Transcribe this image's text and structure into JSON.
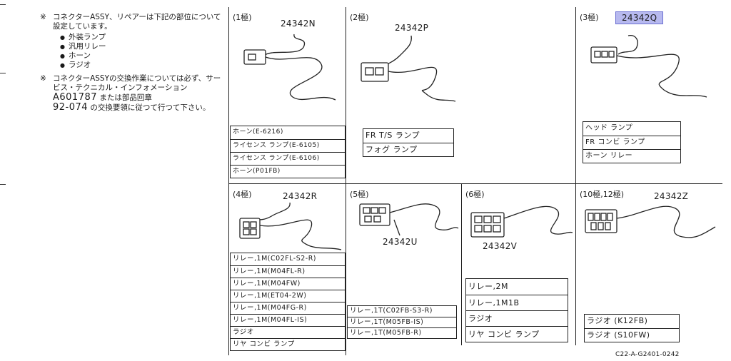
{
  "notes": {
    "symbol": "※",
    "note1": "コネクターASSY、リペアーは下記の部位について設定しています。",
    "note1_items": [
      "外装ランプ",
      "汎用リレー",
      "ホーン",
      "ラジオ"
    ],
    "note2_a": "コネクターASSYの交換作業については必ず、サービス・テクニカル・インフォメーション",
    "note2_b": "A601787",
    "note2_c": "または部品回章",
    "note2_d": "92-074",
    "note2_e": "の交換要領に従つて行つて下さい。"
  },
  "cells": [
    {
      "pole": "(1極)",
      "part_no": "24342N",
      "apps": [
        "ホーン(E-6216)",
        "ライセンス ランプ(E-6105)",
        "ライセンス ランプ(E-6106)",
        "ホーン(P01FB)"
      ]
    },
    {
      "pole": "(2極)",
      "part_no": "24342P",
      "apps": [
        "FR T/S ランプ",
        "フォグ ランプ"
      ]
    },
    {
      "pole": "(3極)",
      "part_no": "24342Q",
      "apps": [
        "ヘッド ランプ",
        "FR コンビ ランプ",
        "ホーン リレー"
      ]
    },
    {
      "pole": "(4極)",
      "part_no": "24342R",
      "apps": [
        "リレー,1M(C02FL-S2-R)",
        "リレー,1M(M04FL-R)",
        "リレー,1M(M04FW)",
        "リレー,1M(ET04-2W)",
        "リレー,1M(M04FG-R)",
        "リレー,1M(M04FL-IS)",
        "ラジオ",
        "リヤ コンビ ランプ"
      ]
    },
    {
      "pole": "(5極)",
      "part_no": "24342U",
      "apps": [
        "リレー,1T(C02FB-S3-R)",
        "リレー,1T(M05FB-IS)",
        "リレー,1T(M05FB-R)"
      ]
    },
    {
      "pole": "(6極)",
      "part_no": "24342V",
      "apps": [
        "リレー,2M",
        "リレー,1M1B",
        "ラジオ",
        "リヤ コンビ ランプ"
      ]
    },
    {
      "pole": "(10極,12極)",
      "part_no": "24342Z",
      "apps": [
        "ラジオ (K12FB)",
        "ラジオ (S10FW)"
      ]
    }
  ],
  "figure_code": "C22-A-G2401-0242",
  "colors": {
    "highlight_bg": "#b7b9ef",
    "highlight_border": "#6b6fd2",
    "ink": "#222222"
  }
}
